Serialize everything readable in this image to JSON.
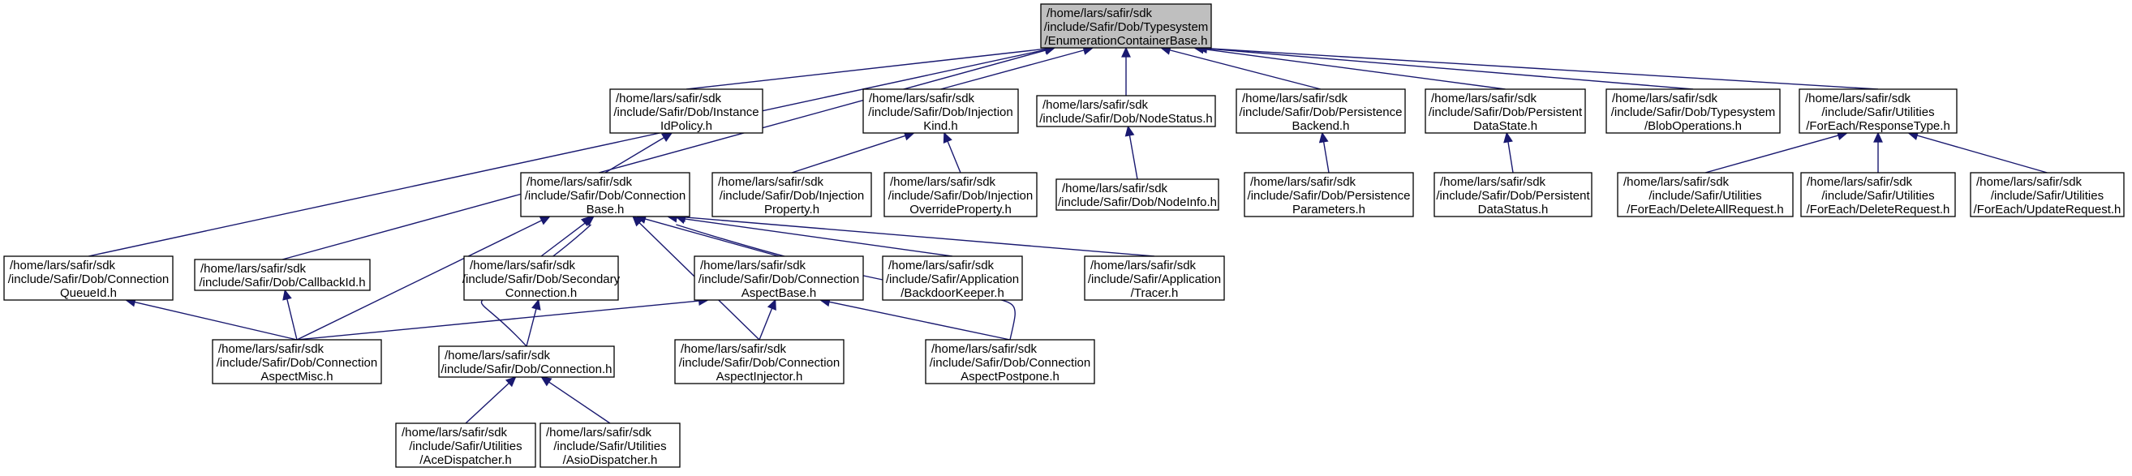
{
  "edge_color": "#191970",
  "root_fill": "#bfbfbf",
  "nodes": {
    "root": [
      "/home/lars/safir/sdk",
      "/include/Safir/Dob/Typesystem",
      "/EnumerationContainerBase.h"
    ],
    "instance_id_policy": [
      "/home/lars/safir/sdk",
      "/include/Safir/Dob/Instance",
      "IdPolicy.h"
    ],
    "injection_kind": [
      "/home/lars/safir/sdk",
      "/include/Safir/Dob/Injection",
      "Kind.h"
    ],
    "node_status": [
      "/home/lars/safir/sdk",
      "/include/Safir/Dob/NodeStatus.h"
    ],
    "persistence_backend": [
      "/home/lars/safir/sdk",
      "/include/Safir/Dob/Persistence",
      "Backend.h"
    ],
    "persistent_data_state": [
      "/home/lars/safir/sdk",
      "/include/Safir/Dob/Persistent",
      "DataState.h"
    ],
    "blob_operations": [
      "/home/lars/safir/sdk",
      "/include/Safir/Dob/Typesystem",
      "/BlobOperations.h"
    ],
    "response_type": [
      "/home/lars/safir/sdk",
      "/include/Safir/Utilities",
      "/ForEach/ResponseType.h"
    ],
    "connection_base": [
      "/home/lars/safir/sdk",
      "/include/Safir/Dob/Connection",
      "Base.h"
    ],
    "injection_property": [
      "/home/lars/safir/sdk",
      "/include/Safir/Dob/Injection",
      "Property.h"
    ],
    "injection_override_property": [
      "/home/lars/safir/sdk",
      "/include/Safir/Dob/Injection",
      "OverrideProperty.h"
    ],
    "node_info": [
      "/home/lars/safir/sdk",
      "/include/Safir/Dob/NodeInfo.h"
    ],
    "persistence_parameters": [
      "/home/lars/safir/sdk",
      "/include/Safir/Dob/Persistence",
      "Parameters.h"
    ],
    "persistent_data_status": [
      "/home/lars/safir/sdk",
      "/include/Safir/Dob/Persistent",
      "DataStatus.h"
    ],
    "delete_all_request": [
      "/home/lars/safir/sdk",
      "/include/Safir/Utilities",
      "/ForEach/DeleteAllRequest.h"
    ],
    "delete_request": [
      "/home/lars/safir/sdk",
      "/include/Safir/Utilities",
      "/ForEach/DeleteRequest.h"
    ],
    "update_request": [
      "/home/lars/safir/sdk",
      "/include/Safir/Utilities",
      "/ForEach/UpdateRequest.h"
    ],
    "connection_queue_id": [
      "/home/lars/safir/sdk",
      "/include/Safir/Dob/Connection",
      "QueueId.h"
    ],
    "callback_id": [
      "/home/lars/safir/sdk",
      "/include/Safir/Dob/CallbackId.h"
    ],
    "secondary_connection": [
      "/home/lars/safir/sdk",
      "/include/Safir/Dob/Secondary",
      "Connection.h"
    ],
    "connection_aspect_base": [
      "/home/lars/safir/sdk",
      "/include/Safir/Dob/Connection",
      "AspectBase.h"
    ],
    "backdoor_keeper": [
      "/home/lars/safir/sdk",
      "/include/Safir/Application",
      "/BackdoorKeeper.h"
    ],
    "tracer": [
      "/home/lars/safir/sdk",
      "/include/Safir/Application",
      "/Tracer.h"
    ],
    "connection_aspect_misc": [
      "/home/lars/safir/sdk",
      "/include/Safir/Dob/Connection",
      "AspectMisc.h"
    ],
    "connection": [
      "/home/lars/safir/sdk",
      "/include/Safir/Dob/Connection.h"
    ],
    "connection_aspect_injector": [
      "/home/lars/safir/sdk",
      "/include/Safir/Dob/Connection",
      "AspectInjector.h"
    ],
    "connection_aspect_postpone": [
      "/home/lars/safir/sdk",
      "/include/Safir/Dob/Connection",
      "AspectPostpone.h"
    ],
    "ace_dispatcher": [
      "/home/lars/safir/sdk",
      "/include/Safir/Utilities",
      "/AceDispatcher.h"
    ],
    "asio_dispatcher": [
      "/home/lars/safir/sdk",
      "/include/Safir/Utilities",
      "/AsioDispatcher.h"
    ]
  },
  "edges": [
    [
      "instance_id_policy",
      "root"
    ],
    [
      "injection_kind",
      "root"
    ],
    [
      "node_status",
      "root"
    ],
    [
      "persistence_backend",
      "root"
    ],
    [
      "persistent_data_state",
      "root"
    ],
    [
      "blob_operations",
      "root"
    ],
    [
      "response_type",
      "root"
    ],
    [
      "connection_queue_id",
      "root"
    ],
    [
      "callback_id",
      "root"
    ],
    [
      "connection_base",
      "instance_id_policy"
    ],
    [
      "injection_property",
      "injection_kind"
    ],
    [
      "injection_override_property",
      "injection_kind"
    ],
    [
      "node_info",
      "node_status"
    ],
    [
      "persistence_parameters",
      "persistence_backend"
    ],
    [
      "persistent_data_status",
      "persistent_data_state"
    ],
    [
      "delete_all_request",
      "response_type"
    ],
    [
      "delete_request",
      "response_type"
    ],
    [
      "update_request",
      "response_type"
    ],
    [
      "secondary_connection",
      "connection_base"
    ],
    [
      "connection_aspect_base",
      "connection_base"
    ],
    [
      "backdoor_keeper",
      "connection_base"
    ],
    [
      "tracer",
      "connection_base"
    ],
    [
      "connection_aspect_misc",
      "connection_base"
    ],
    [
      "connection",
      "connection_base"
    ],
    [
      "connection_aspect_injector",
      "connection_base"
    ],
    [
      "connection_aspect_postpone",
      "connection_base"
    ],
    [
      "connection_aspect_misc",
      "connection_queue_id"
    ],
    [
      "connection_aspect_misc",
      "callback_id"
    ],
    [
      "connection",
      "secondary_connection"
    ],
    [
      "connection_aspect_misc",
      "connection_aspect_base"
    ],
    [
      "connection_aspect_injector",
      "connection_aspect_base"
    ],
    [
      "connection_aspect_postpone",
      "connection_aspect_base"
    ],
    [
      "ace_dispatcher",
      "connection"
    ],
    [
      "asio_dispatcher",
      "connection"
    ]
  ]
}
